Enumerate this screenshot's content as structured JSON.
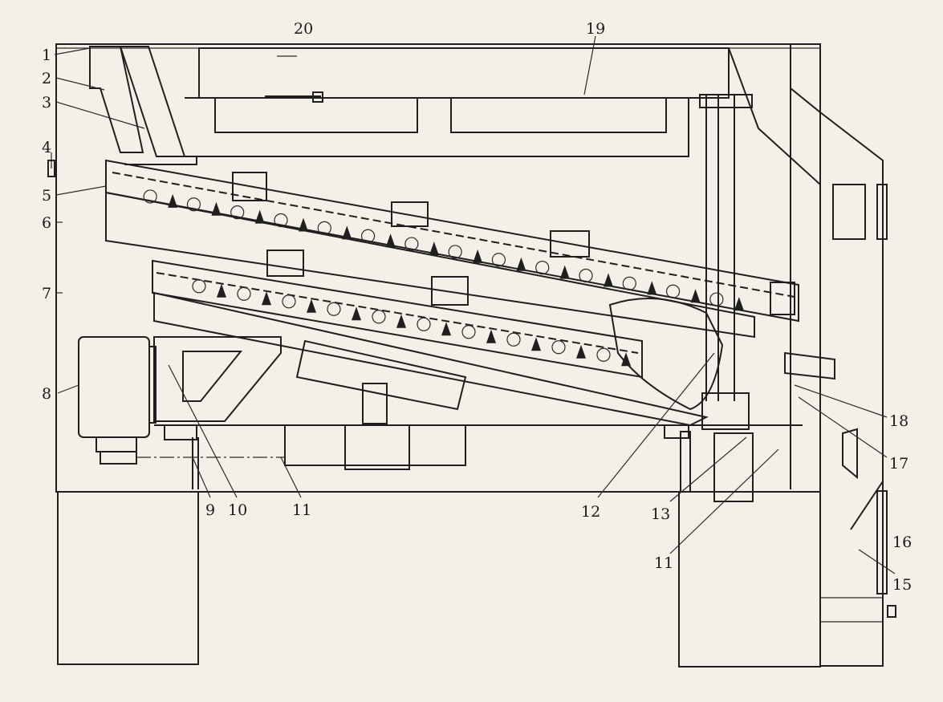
{
  "figure": {
    "labels": {
      "l1": "1",
      "l2": "2",
      "l3": "3",
      "l4": "4",
      "l5": "5",
      "l6": "6",
      "l7": "7",
      "l8": "8",
      "l9": "9",
      "l10": "10",
      "l11a": "11",
      "l11b": "11",
      "l12": "12",
      "l13": "13",
      "l15": "15",
      "l16": "16",
      "l17": "17",
      "l18": "18",
      "l19": "19",
      "l20": "20"
    }
  }
}
